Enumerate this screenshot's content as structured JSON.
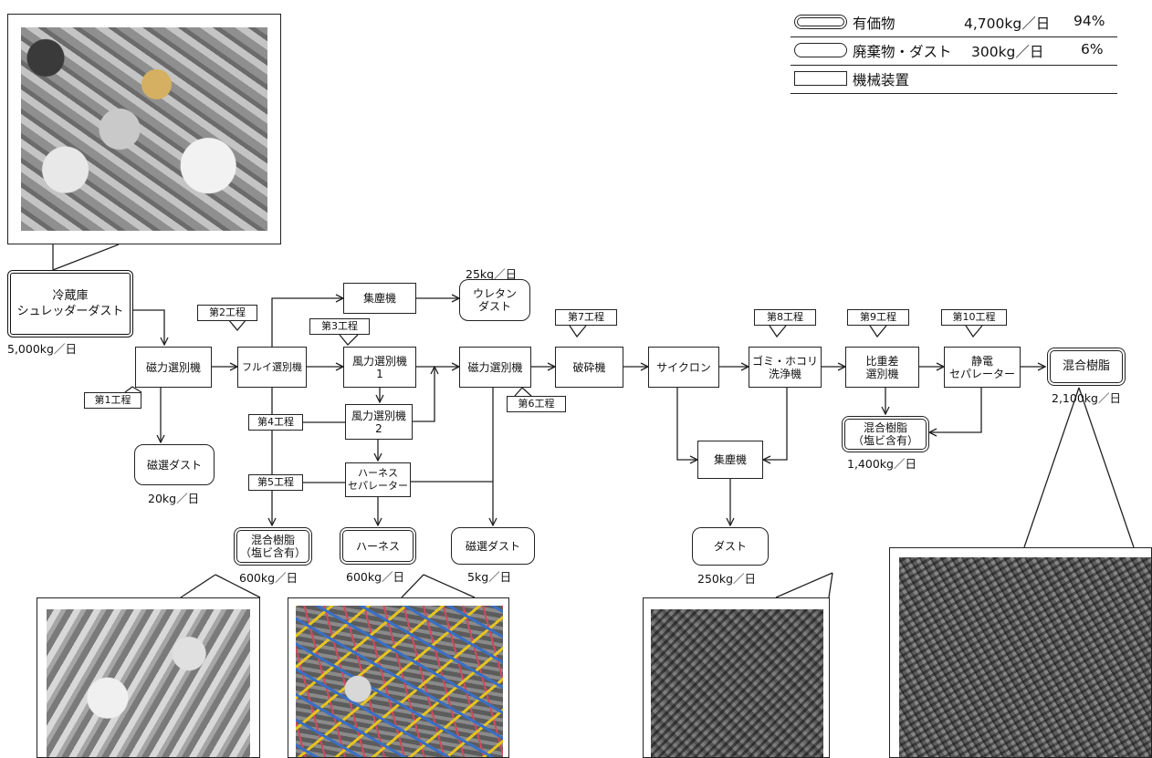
{
  "legend": {
    "valuable": {
      "label": "有価物",
      "amount": "4,700kg／日",
      "percent": "94%"
    },
    "waste": {
      "label": "廃棄物・ダスト",
      "amount": "300kg／日",
      "percent": "6%"
    },
    "machine": {
      "label": "機械装置"
    }
  },
  "input": {
    "label": "冷蔵庫\nシュレッダーダスト",
    "amount": "5,000kg／日"
  },
  "machines": {
    "magnet1": "磁力選別機",
    "sieve": "フルイ選別機",
    "dust_collector1": "集塵機",
    "wind1": "風力選別機\n1",
    "wind2": "風力選別機\n2",
    "harness_sep": "ハーネス\nセパレーター",
    "magnet2": "磁力選別機",
    "crusher": "破砕機",
    "cyclone": "サイクロン",
    "washer": "ゴミ・ホコリ\n洗浄機",
    "gravity": "比重差\n選別機",
    "electrostatic": "静電\nセパレーター",
    "dust_collector2": "集塵機"
  },
  "steps": [
    "第1工程",
    "第2工程",
    "第3工程",
    "第4工程",
    "第5工程",
    "第6工程",
    "第7工程",
    "第8工程",
    "第9工程",
    "第10工程"
  ],
  "outputs": {
    "urethane": {
      "label": "ウレタン\nダスト",
      "amount": "25kg／日"
    },
    "mag_dust1": {
      "label": "磁選ダスト",
      "amount": "20kg／日"
    },
    "mixed_pvc1": {
      "label": "混合樹脂\n（塩ビ含有）",
      "amount": "600kg／日"
    },
    "harness": {
      "label": "ハーネス",
      "amount": "600kg／日"
    },
    "mag_dust2": {
      "label": "磁選ダスト",
      "amount": "5kg／日"
    },
    "dust": {
      "label": "ダスト",
      "amount": "250kg／日"
    },
    "mixed_pvc2": {
      "label": "混合樹脂\n（塩ビ含有）",
      "amount": "1,400kg／日"
    },
    "mixed_resin": {
      "label": "混合樹脂",
      "amount": "2,100kg／日"
    }
  }
}
